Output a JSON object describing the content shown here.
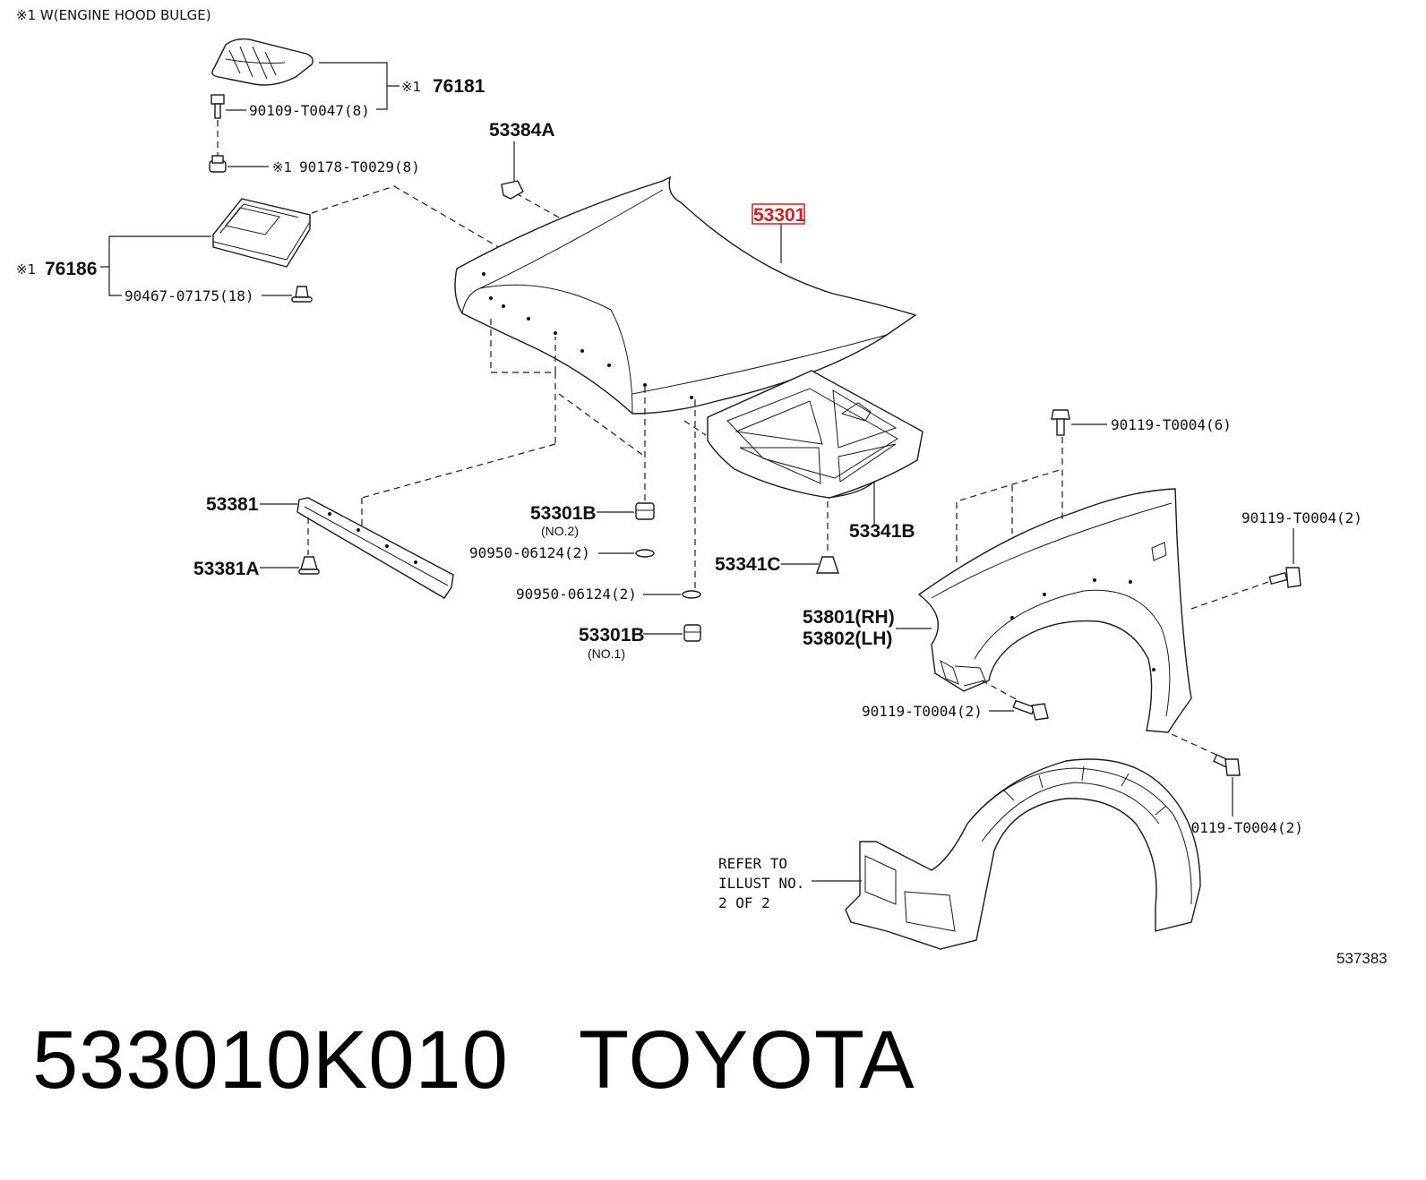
{
  "note": "※1 W(ENGINE HOOD BULGE)",
  "callouts": {
    "p76181_mark": "※1",
    "p76181": "76181",
    "p90109": "90109-T0047(8)",
    "p90178_mark": "※1",
    "p90178": "90178-T0029(8)",
    "p53384A": "53384A",
    "p53301": "53301",
    "p76186_mark": "※1",
    "p76186": "76186",
    "p90467": "90467-07175(18)",
    "p53381": "53381",
    "p53381A": "53381A",
    "p53301B_no2": "53301B",
    "no2": "(NO.2)",
    "p90950_a": "90950-06124(2)",
    "p90950_b": "90950-06124(2)",
    "p53301B_no1": "53301B",
    "no1": "(NO.1)",
    "p53341C": "53341C",
    "p53341B": "53341B",
    "p90119_top": "90119-T0004(6)",
    "p90119_right": "90119-T0004(2)",
    "p53801": "53801(RH)",
    "p53802": "53802(LH)",
    "p90119_lower": "90119-T0004(2)",
    "p90119_bottom": "90119-T0004(2)",
    "refer1": "REFER TO",
    "refer2": "ILLUST NO.",
    "refer3": "2 OF 2",
    "illust_no": "537383"
  },
  "highlight_color": "#d62020",
  "caption": {
    "part_number": "533010K010",
    "brand": "TOYOTA"
  }
}
